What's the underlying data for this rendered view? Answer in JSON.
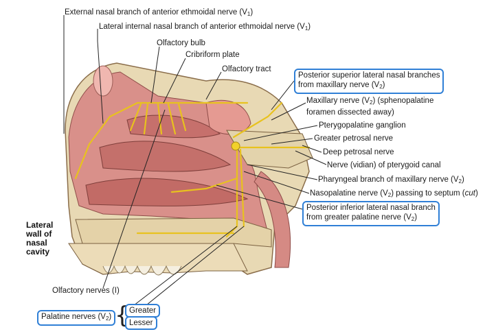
{
  "labels": {
    "ext_nasal": "External nasal branch of anterior ethmoidal nerve (V1)",
    "lat_int_nasal": "Lateral internal nasal branch of anterior ethmoidal nerve (V1)",
    "olfactory_bulb": "Olfactory bulb",
    "cribriform": "Cribriform plate",
    "olfactory_tract": "Olfactory tract",
    "post_sup_line1": "Posterior superior lateral nasal branches",
    "post_sup_line2": "from maxillary nerve (V2)",
    "maxillary_line1": "Maxillary nerve (V2) (sphenopalatine",
    "maxillary_line2": "foramen dissected away)",
    "pterygopalatine": "Pterygopalatine ganglion",
    "greater_petrosal": "Greater petrosal nerve",
    "deep_petrosal": "Deep petrosal nerve",
    "vidian": "Nerve (vidian) of pterygoid canal",
    "pharyngeal": "Pharyngeal branch of maxillary nerve (V2)",
    "nasopalatine": "Nasopalatine nerve (V2) passing to septum (cut)",
    "post_inf_line1": "Posterior inferior lateral nasal branch",
    "post_inf_line2": "from greater palatine nerve (V2)",
    "olfactory_nerves": "Olfactory nerves (I)",
    "side_title": [
      "Lateral",
      "wall of",
      "nasal",
      "cavity"
    ],
    "greater": "Greater",
    "lesser": "Lesser",
    "palatine": "Palatine nerves (V2)"
  },
  "colors": {
    "highlight_box": "#2f7fd6",
    "nerve": "#f2d12a",
    "mucosa": "#d98a86",
    "bone": "#d9c9a0"
  }
}
